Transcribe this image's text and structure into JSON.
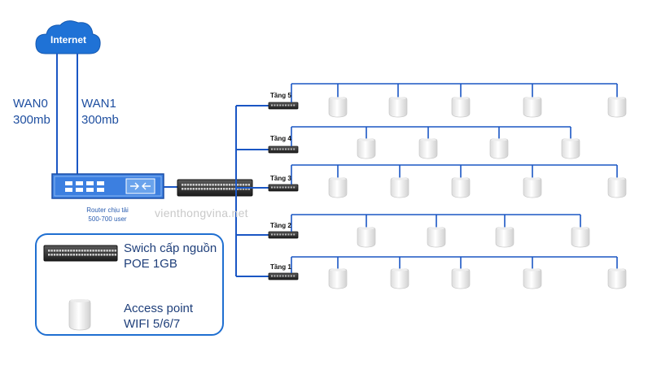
{
  "cloud": {
    "label": "Internet"
  },
  "wan": [
    {
      "name": "WAN0",
      "speed": "300mb"
    },
    {
      "name": "WAN1",
      "speed": "300mb"
    }
  ],
  "router": {
    "line1": "Router chịu tải",
    "line2": "500-700 user"
  },
  "watermark": "vienthongvina.net",
  "floors": [
    {
      "label": "Tầng 5",
      "ap_count": 5
    },
    {
      "label": "Tầng 4",
      "ap_count": 4
    },
    {
      "label": "Tầng 3",
      "ap_count": 5
    },
    {
      "label": "Tầng 2",
      "ap_count": 4
    },
    {
      "label": "Tầng 1",
      "ap_count": 5
    }
  ],
  "legend": {
    "switch_line1": "Swich cấp nguồn",
    "switch_line2": "POE 1GB",
    "ap_line1": "Access point",
    "ap_line2": "WIFI 5/6/7"
  },
  "colors": {
    "accent": "#1f6fd1",
    "line": "#1a56c4",
    "router": "#3c7fe0",
    "ap": "#f2f2f2"
  }
}
